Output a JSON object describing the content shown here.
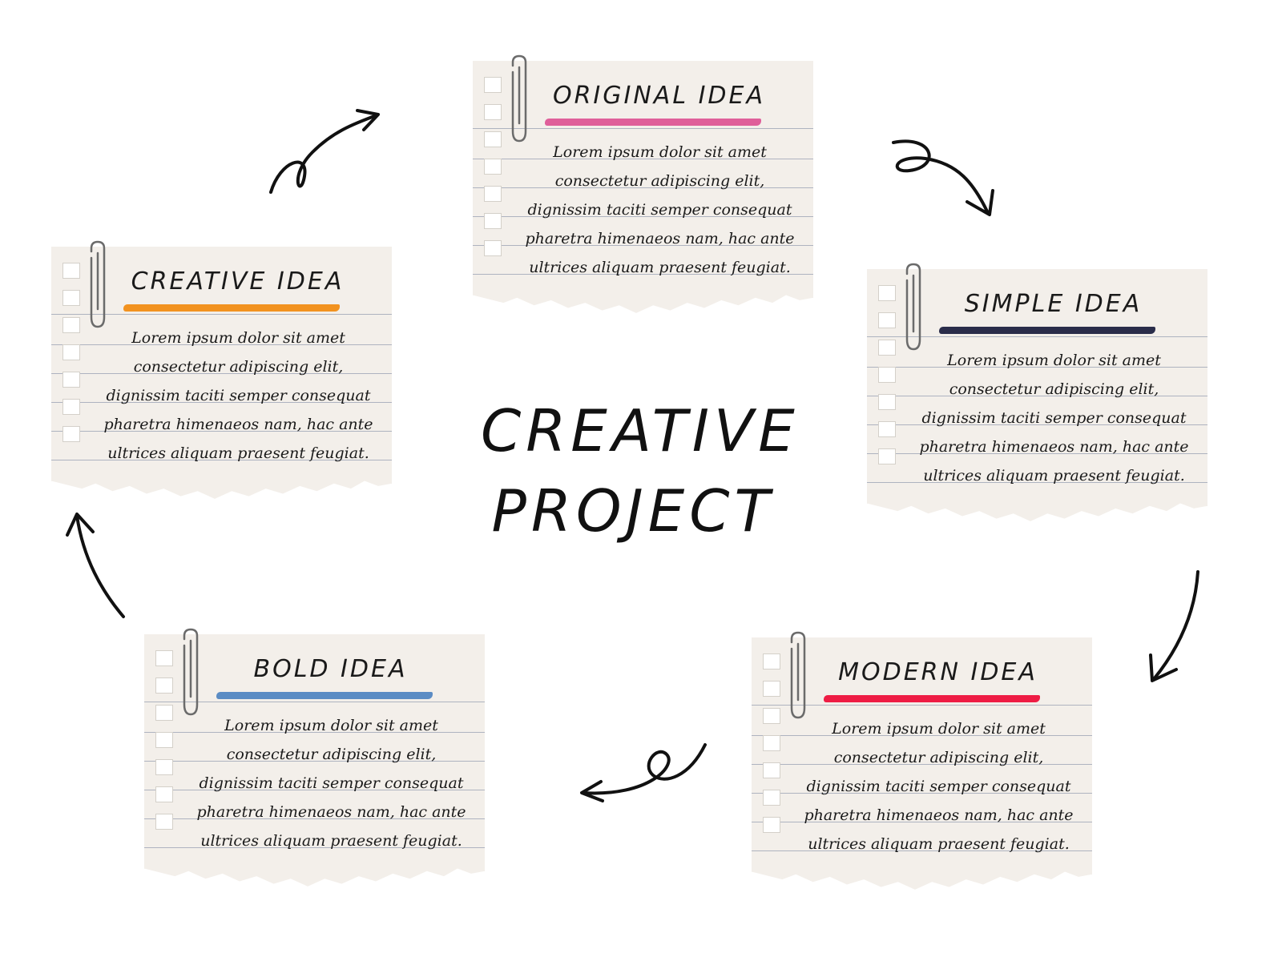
{
  "center": {
    "line1": "CREATIVE",
    "line2": "PROJECT"
  },
  "cards": [
    {
      "id": "original",
      "title": "ORIGINAL IDEA",
      "color": "#df5f9a",
      "lines": [
        "Lorem ipsum dolor sit amet",
        "consectetur adipiscing elit,",
        "dignissim taciti semper consequat",
        "pharetra himenaeos nam, hac ante",
        "ultrices aliquam praesent feugiat."
      ]
    },
    {
      "id": "simple",
      "title": "SIMPLE IDEA",
      "color": "#2a2d4a",
      "lines": [
        "Lorem ipsum dolor sit amet",
        "consectetur adipiscing elit,",
        "dignissim taciti semper consequat",
        "pharetra himenaeos nam, hac ante",
        "ultrices aliquam praesent feugiat."
      ]
    },
    {
      "id": "modern",
      "title": "MODERN IDEA",
      "color": "#ee1c44",
      "lines": [
        "Lorem ipsum dolor sit amet",
        "consectetur adipiscing elit,",
        "dignissim taciti semper consequat",
        "pharetra himenaeos nam, hac ante",
        "ultrices aliquam praesent feugiat."
      ]
    },
    {
      "id": "bold",
      "title": "BOLD IDEA",
      "color": "#5b8cc4",
      "lines": [
        "Lorem ipsum dolor sit amet",
        "consectetur adipiscing elit,",
        "dignissim taciti semper consequat",
        "pharetra himenaeos nam, hac ante",
        "ultrices aliquam praesent feugiat."
      ]
    },
    {
      "id": "creative",
      "title": "CREATIVE IDEA",
      "color": "#f2921f",
      "lines": [
        "Lorem ipsum dolor sit amet",
        "consectetur adipiscing elit,",
        "dignissim taciti semper consequat",
        "pharetra himenaeos nam, hac ante",
        "ultrices aliquam praesent feugiat."
      ]
    }
  ]
}
